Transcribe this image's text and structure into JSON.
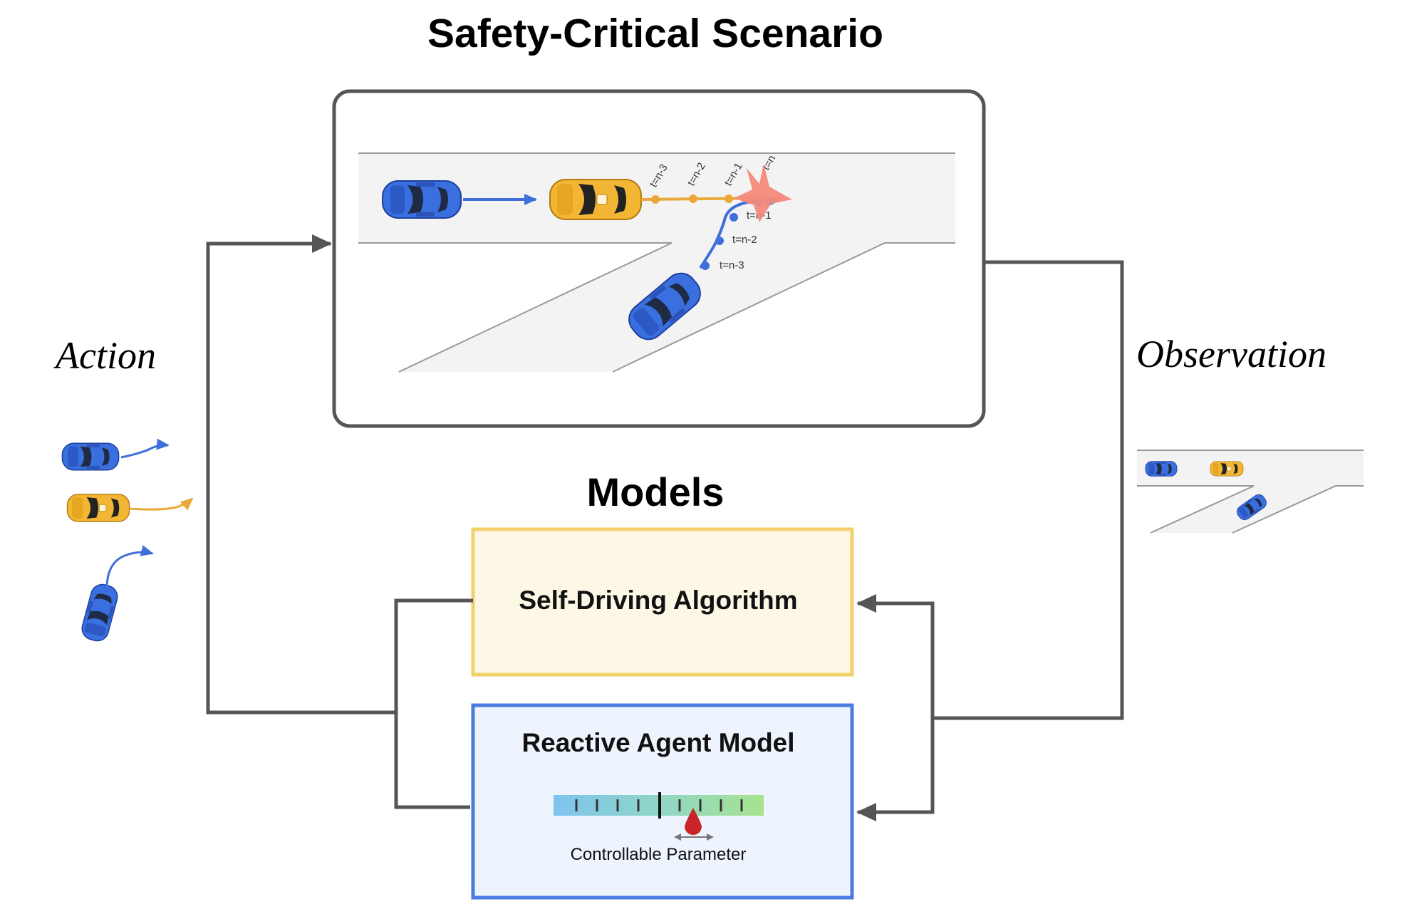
{
  "titles": {
    "scenario": "Safety-Critical Scenario",
    "models": "Models"
  },
  "labels": {
    "action": "Action",
    "observation": "Observation"
  },
  "boxes": {
    "self_driving": "Self-Driving Algorithm",
    "reactive_agent": "Reactive Agent Model",
    "parameter": "Controllable Parameter"
  },
  "timesteps": {
    "orange": [
      "t=n-3",
      "t=n-2",
      "t=n-1",
      "t=n"
    ],
    "blue": [
      "t=n-1",
      "t=n-2",
      "t=n-3"
    ]
  },
  "colors": {
    "blue_car": "#3a6fe0",
    "orange_car": "#f3b634",
    "blue_path": "#3f6fd9",
    "orange_path": "#eba83a",
    "collision": "#f4897b",
    "sda_border": "#f2d06b",
    "sda_fill": "#fdf7e6",
    "ram_border": "#4a7be0",
    "ram_fill": "#eef4fd",
    "arrow": "#555555"
  },
  "icons": [
    "car-icon",
    "taxi-icon",
    "collision-icon",
    "arrow-icon",
    "slider-icon",
    "drop-marker-icon"
  ]
}
